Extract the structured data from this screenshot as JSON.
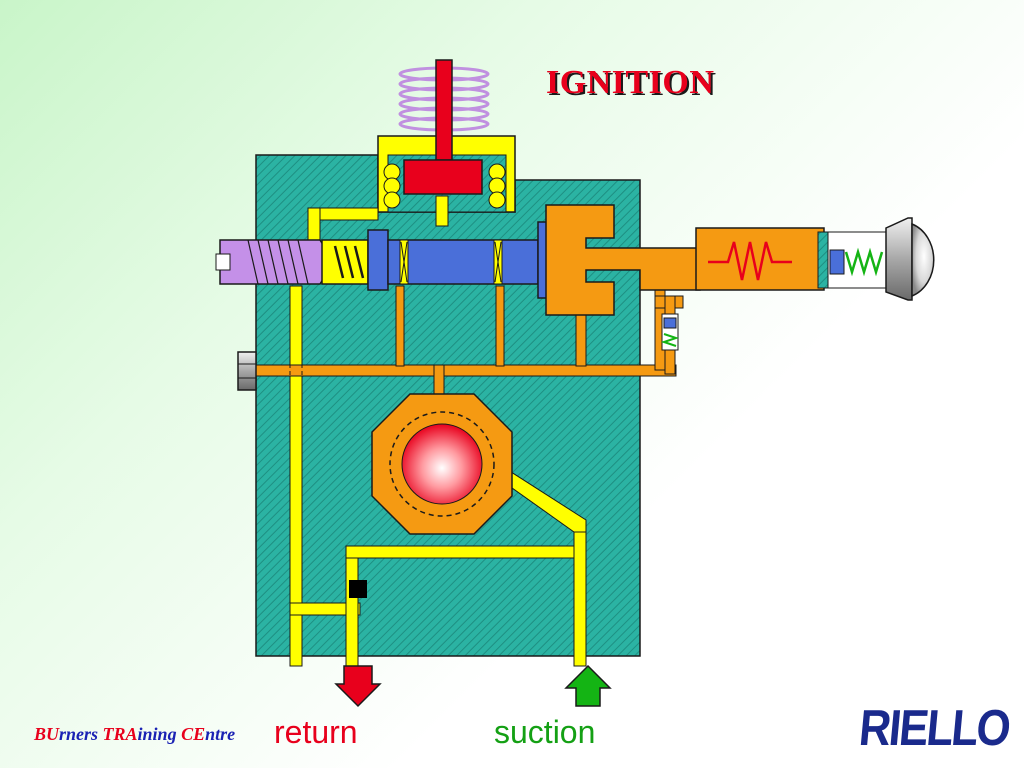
{
  "slide": {
    "title": "IGNITION",
    "footer_brand": {
      "part1_caps": "BU",
      "part1_rest": "rners ",
      "part2_caps": "TRA",
      "part2_rest": "ining ",
      "part3_caps": "CE",
      "part3_rest": "ntre"
    },
    "logo_text": "RIELLO"
  },
  "labels": {
    "return": "return",
    "suction": "suction"
  },
  "colors": {
    "body": "#2bb3a3",
    "oil_channel": "#f59a12",
    "suction_channel": "#ffff00",
    "piston": "#4a6fd9",
    "spring_coil": "#c090e0",
    "plunger": "#e8001c",
    "return_arrow": "#e8001c",
    "suction_arrow": "#14b414",
    "title": "#e8001c"
  }
}
